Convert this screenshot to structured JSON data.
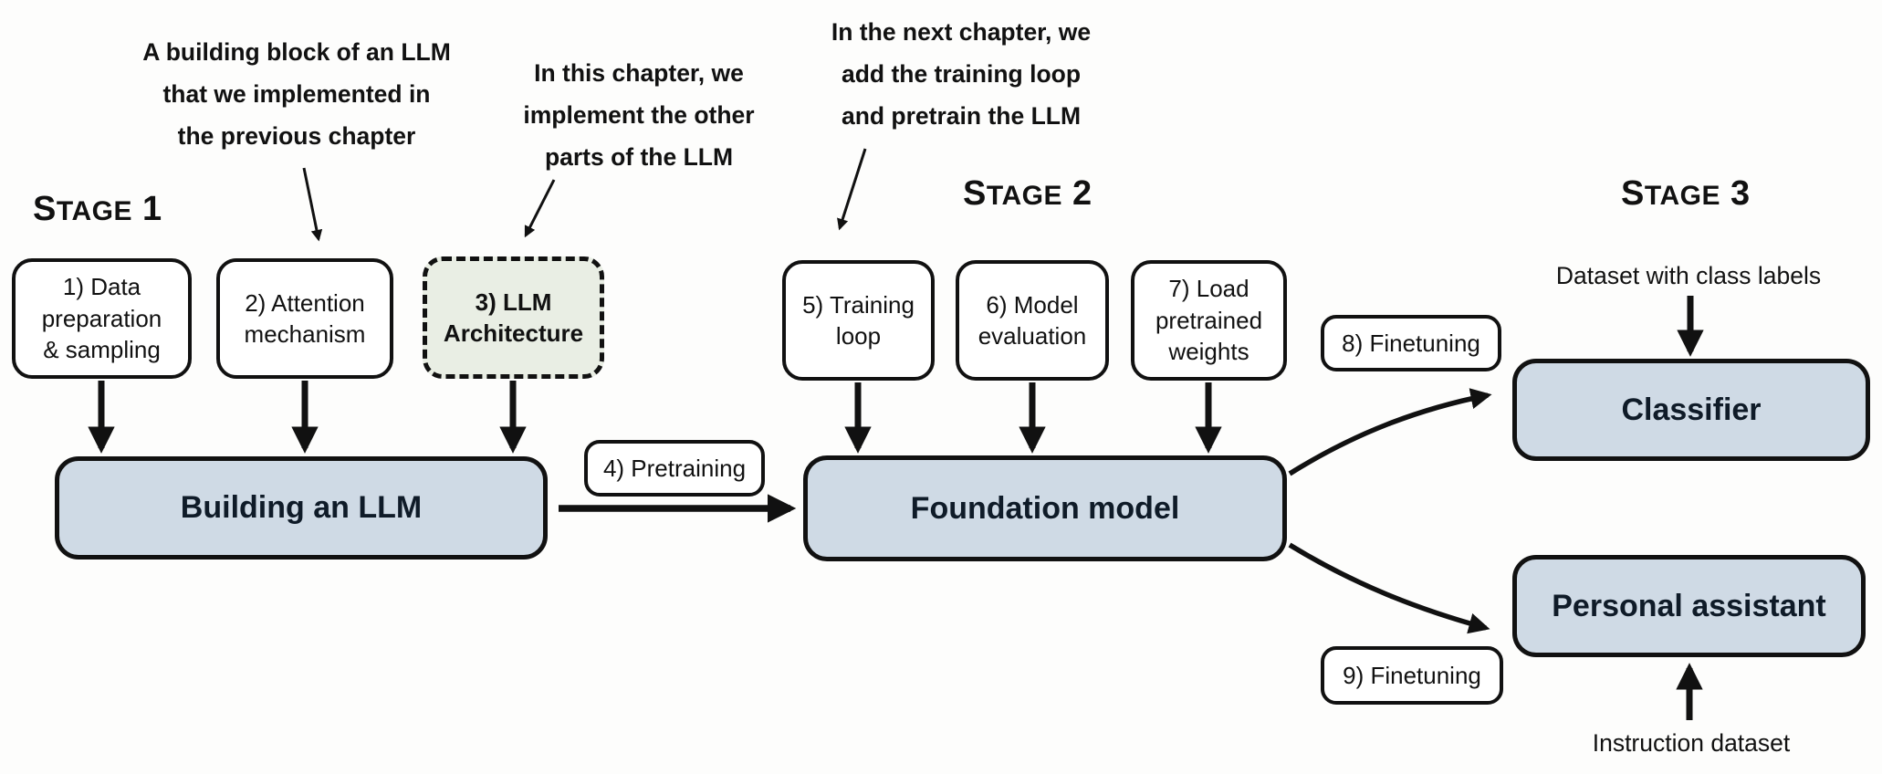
{
  "theme": {
    "background": "#fdfdfc",
    "ink": "#111111",
    "box_blue": "#cfdae5",
    "box_green": "#e9eee4",
    "big_box_text": "#0f1b28"
  },
  "stage_headings": [
    {
      "initial": "S",
      "rest": "TAGE",
      "number": "1"
    },
    {
      "initial": "S",
      "rest": "TAGE",
      "number": "2"
    },
    {
      "initial": "S",
      "rest": "TAGE",
      "number": "3"
    }
  ],
  "annotations": {
    "building_block": {
      "lines": [
        "A building block of an LLM",
        "that we implemented in",
        "the previous chapter"
      ]
    },
    "this_chapter": {
      "lines": [
        "In this chapter, we",
        "implement the other",
        "parts of the LLM"
      ]
    },
    "next_chapter": {
      "lines": [
        "In the next chapter, we",
        "add the training loop",
        "and pretrain the LLM"
      ]
    }
  },
  "process_boxes": [
    {
      "lines": [
        "1) Data",
        "preparation",
        "& sampling"
      ]
    },
    {
      "lines": [
        "2) Attention",
        "mechanism"
      ]
    },
    {
      "lines": [
        "3) LLM",
        "Architecture"
      ],
      "highlighted": true
    },
    {
      "lines": [
        "5) Training",
        "loop"
      ]
    },
    {
      "lines": [
        "6) Model",
        "evaluation"
      ]
    },
    {
      "lines": [
        "7) Load",
        "pretrained",
        "weights"
      ]
    }
  ],
  "main_boxes": {
    "building": "Building an LLM",
    "foundation": "Foundation model",
    "classifier": "Classifier",
    "assistant": "Personal assistant"
  },
  "step_labels": {
    "pretraining": "4) Pretraining",
    "finetuning_classifier": "8) Finetuning",
    "finetuning_assistant": "9) Finetuning"
  },
  "io_labels": {
    "classifier_input": "Dataset with class labels",
    "assistant_input": "Instruction dataset"
  }
}
